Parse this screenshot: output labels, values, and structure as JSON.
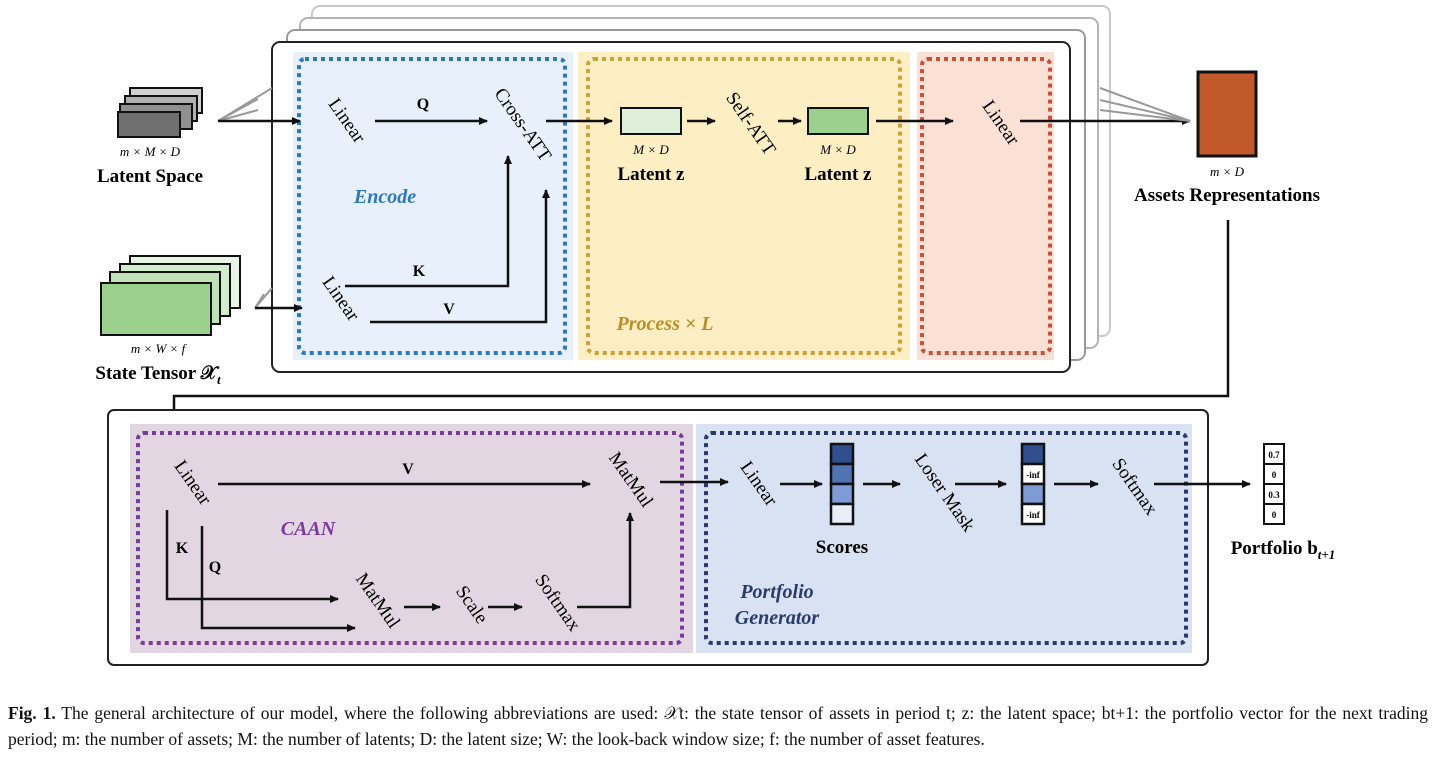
{
  "latent_space": {
    "dims": "m × M × D",
    "label": "Latent Space"
  },
  "state_tensor": {
    "dims": "m × W × f",
    "label": "State Tensor 𝒳",
    "sub": "t"
  },
  "encode": {
    "title": "Encode",
    "linear_top": "Linear",
    "linear_bottom": "Linear",
    "cross_att": "Cross-ATT",
    "q": "Q",
    "k": "K",
    "v": "V"
  },
  "process": {
    "title": "Process × L",
    "self_att": "Self-ATT",
    "latent1_dims": "M × D",
    "latent1_label": "Latent z",
    "latent2_dims": "M × D",
    "latent2_label": "Latent z"
  },
  "output_block": {
    "linear": "Linear"
  },
  "assets": {
    "dims": "m × D",
    "label": "Assets Representations"
  },
  "caan": {
    "title": "CAAN",
    "linear": "Linear",
    "v": "V",
    "k": "K",
    "q": "Q",
    "matmul_top": "MatMul",
    "matmul_bottom": "MatMul",
    "scale": "Scale",
    "softmax": "Softmax"
  },
  "portfolio_generator": {
    "title_line1": "Portfolio",
    "title_line2": "Generator",
    "linear": "Linear",
    "scores": "Scores",
    "loser_mask": "Loser Mask",
    "inf1": "-inf",
    "inf2": "-inf",
    "softmax": "Softmax"
  },
  "portfolio": {
    "label": "Portfolio b",
    "sub": "t+1",
    "values": [
      "0.7",
      "0",
      "0.3",
      "0"
    ]
  },
  "colors": {
    "encode_border": "#2e78c0",
    "encode_bg": "#e8f1fb",
    "process_border": "#c9a23a",
    "process_bg": "#fdeec4",
    "linear_border": "#c9503a",
    "linear_bg": "#fbe1d5",
    "caan_border": "#7a3a9a",
    "caan_bg": "#e3d6e3",
    "pg_border": "#2a3a6a",
    "pg_bg": "#d9e2f2",
    "assets_fill": "#c0582a",
    "latent_light": "#dff0da",
    "latent_green": "#9bd18c",
    "score_dark": "#2f4f8f",
    "score_mid": "#6a8fcf"
  },
  "caption": {
    "fig": "Fig. 1.",
    "text": "The general architecture of our model, where the following abbreviations are used: 𝒳t: the state tensor of assets in period t; z: the latent space; bt+1: the portfolio vector for the next trading period; m: the number of assets; M: the number of latents; D: the latent size; W: the look-back window size; f: the number of asset features."
  }
}
